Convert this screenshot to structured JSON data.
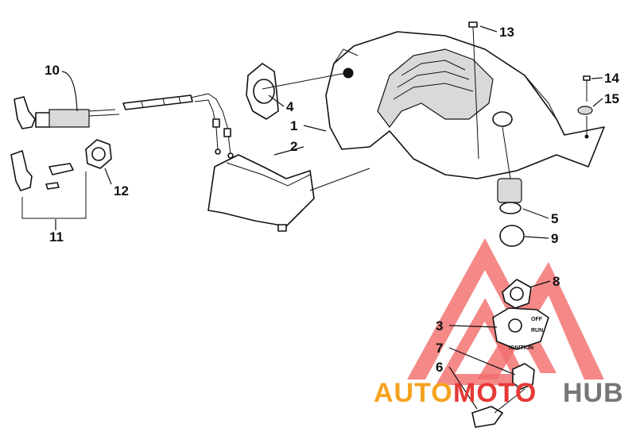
{
  "callouts": [
    {
      "id": "1",
      "label": "1"
    },
    {
      "id": "2",
      "label": "2"
    },
    {
      "id": "3",
      "label": "3"
    },
    {
      "id": "4",
      "label": "4"
    },
    {
      "id": "5",
      "label": "5"
    },
    {
      "id": "6",
      "label": "6"
    },
    {
      "id": "7",
      "label": "7"
    },
    {
      "id": "8",
      "label": "8"
    },
    {
      "id": "9",
      "label": "9"
    },
    {
      "id": "10",
      "label": "10"
    },
    {
      "id": "11",
      "label": "11"
    },
    {
      "id": "12",
      "label": "12"
    },
    {
      "id": "13",
      "label": "13"
    },
    {
      "id": "14",
      "label": "14"
    },
    {
      "id": "15",
      "label": "15"
    }
  ],
  "ignition_plate": {
    "off": "OFF",
    "run": "RUN",
    "ignition": "IGNITION"
  },
  "watermark": {
    "part_a": "AUTO",
    "part_b": "MOTO",
    "part_c": "HUB",
    "colors": {
      "orange": "#f4a21e",
      "red": "#e53935",
      "gray": "#777777",
      "triangle": "#ef5350"
    }
  }
}
